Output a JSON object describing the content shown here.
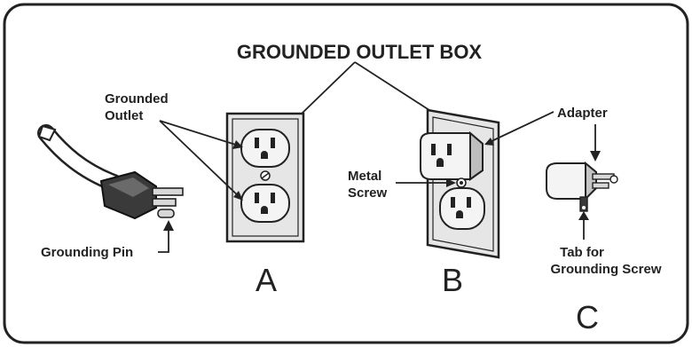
{
  "title": "GROUNDED OUTLET BOX",
  "labels": {
    "grounded_outlet_line1": "Grounded",
    "grounded_outlet_line2": "Outlet",
    "grounding_pin": "Grounding Pin",
    "metal_screw_line1": "Metal",
    "metal_screw_line2": "Screw",
    "adapter": "Adapter",
    "tab_line1": "Tab for",
    "tab_line2": "Grounding Screw"
  },
  "panels": {
    "a": "A",
    "b": "B",
    "c": "C"
  },
  "colors": {
    "ink": "#222222",
    "plate": "#e6e6e6",
    "outlet_face": "#f4f4f4",
    "plug_body": "#3a3a3a",
    "prong": "#d8d8d8"
  }
}
